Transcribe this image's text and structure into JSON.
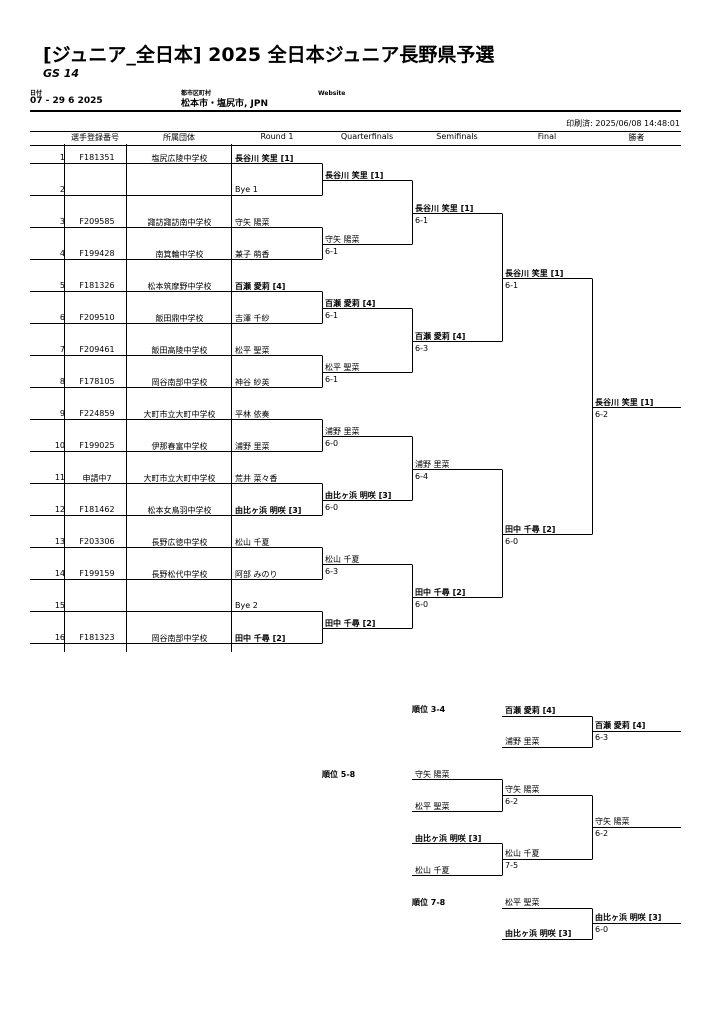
{
  "header": {
    "title": "[ジュニア_全日本] 2025 全日本ジュニア長野県予選",
    "subtitle": "GS 14",
    "date_label": "日付",
    "date_value": "07 - 29 6 2025",
    "city_label": "都市区町村",
    "city_value": "松本市・塩尻市, JPN",
    "website_label": "Website",
    "printed": "印刷済: 2025/06/08 14:48:01"
  },
  "columns": {
    "reg": "選手登録番号",
    "org": "所属団体",
    "r1": "Round 1",
    "qf": "Quarterfinals",
    "sf": "Semifinals",
    "final": "Final",
    "winner": "勝者"
  },
  "entries": [
    {
      "n": "1",
      "reg": "F181351",
      "org": "塩尻広陵中学校",
      "name": "長谷川 笑里 [1]",
      "bold": true
    },
    {
      "n": "2",
      "reg": "",
      "org": "",
      "name": "Bye 1",
      "bold": false
    },
    {
      "n": "3",
      "reg": "F209585",
      "org": "諏訪諏訪南中学校",
      "name": "守矢 陽菜",
      "bold": false
    },
    {
      "n": "4",
      "reg": "F199428",
      "org": "南箕輪中学校",
      "name": "兼子 萌香",
      "bold": false
    },
    {
      "n": "5",
      "reg": "F181326",
      "org": "松本筑摩野中学校",
      "name": "百瀬 愛莉 [4]",
      "bold": true
    },
    {
      "n": "6",
      "reg": "F209510",
      "org": "飯田鼎中学校",
      "name": "吉澤 千紗",
      "bold": false
    },
    {
      "n": "7",
      "reg": "F209461",
      "org": "飯田高陵中学校",
      "name": "松平 聖菜",
      "bold": false
    },
    {
      "n": "8",
      "reg": "F178105",
      "org": "岡谷南部中学校",
      "name": "神谷 紗英",
      "bold": false
    },
    {
      "n": "9",
      "reg": "F224859",
      "org": "大町市立大町中学校",
      "name": "平林 依奏",
      "bold": false
    },
    {
      "n": "10",
      "reg": "F199025",
      "org": "伊那春富中学校",
      "name": "浦野 里菜",
      "bold": false
    },
    {
      "n": "11",
      "reg": "申請中7",
      "org": "大町市立大町中学校",
      "name": "荒井 菜々香",
      "bold": false
    },
    {
      "n": "12",
      "reg": "F181462",
      "org": "松本女鳥羽中学校",
      "name": "由比ヶ浜 明咲 [3]",
      "bold": true
    },
    {
      "n": "13",
      "reg": "F203306",
      "org": "長野広徳中学校",
      "name": "松山 千夏",
      "bold": false
    },
    {
      "n": "14",
      "reg": "F199159",
      "org": "長野松代中学校",
      "name": "阿部 みのり",
      "bold": false
    },
    {
      "n": "15",
      "reg": "",
      "org": "",
      "name": "Bye 2",
      "bold": false
    },
    {
      "n": "16",
      "reg": "F181323",
      "org": "岡谷南部中学校",
      "name": "田中 千尋 [2]",
      "bold": true
    }
  ],
  "qf": [
    {
      "name": "長谷川 笑里 [1]",
      "score": "",
      "bold": true
    },
    {
      "name": "守矢 陽菜",
      "score": "6-1",
      "bold": false
    },
    {
      "name": "百瀬 愛莉 [4]",
      "score": "6-1",
      "bold": true
    },
    {
      "name": "松平 聖菜",
      "score": "6-1",
      "bold": false
    },
    {
      "name": "浦野 里菜",
      "score": "6-0",
      "bold": false
    },
    {
      "name": "由比ヶ浜 明咲 [3]",
      "score": "6-0",
      "bold": true
    },
    {
      "name": "松山 千夏",
      "score": "6-3",
      "bold": false
    },
    {
      "name": "田中 千尋 [2]",
      "score": "",
      "bold": true
    }
  ],
  "sf": [
    {
      "name": "長谷川 笑里 [1]",
      "score": "6-1",
      "bold": true
    },
    {
      "name": "百瀬 愛莉 [4]",
      "score": "6-3",
      "bold": true
    },
    {
      "name": "浦野 里菜",
      "score": "6-4",
      "bold": false
    },
    {
      "name": "田中 千尋 [2]",
      "score": "6-0",
      "bold": true
    }
  ],
  "final": [
    {
      "name": "長谷川 笑里 [1]",
      "score": "6-1",
      "bold": true
    },
    {
      "name": "田中 千尋 [2]",
      "score": "6-0",
      "bold": true
    }
  ],
  "champion": {
    "name": "長谷川 笑里 [1]",
    "score": "6-2"
  },
  "playoff34": {
    "label": "順位 3-4",
    "p1": "百瀬 愛莉 [4]",
    "p2": "浦野 里菜",
    "winner": "百瀬 愛莉 [4]",
    "score": "6-3"
  },
  "playoff58": {
    "label": "順位 5-8",
    "p1": "守矢 陽菜",
    "p2": "松平 聖菜",
    "p3": "由比ヶ浜 明咲 [3]",
    "p4": "松山 千夏",
    "w1": "守矢 陽菜",
    "w1_score": "6-2",
    "w2": "松山 千夏",
    "w2_score": "7-5",
    "winner": "守矢 陽菜",
    "winner_score": "6-2"
  },
  "playoff78": {
    "label": "順位 7-8",
    "p1": "松平 聖菜",
    "p2": "由比ヶ浜 明咲 [3]",
    "winner": "由比ヶ浜 明咲 [3]",
    "score": "6-0"
  }
}
